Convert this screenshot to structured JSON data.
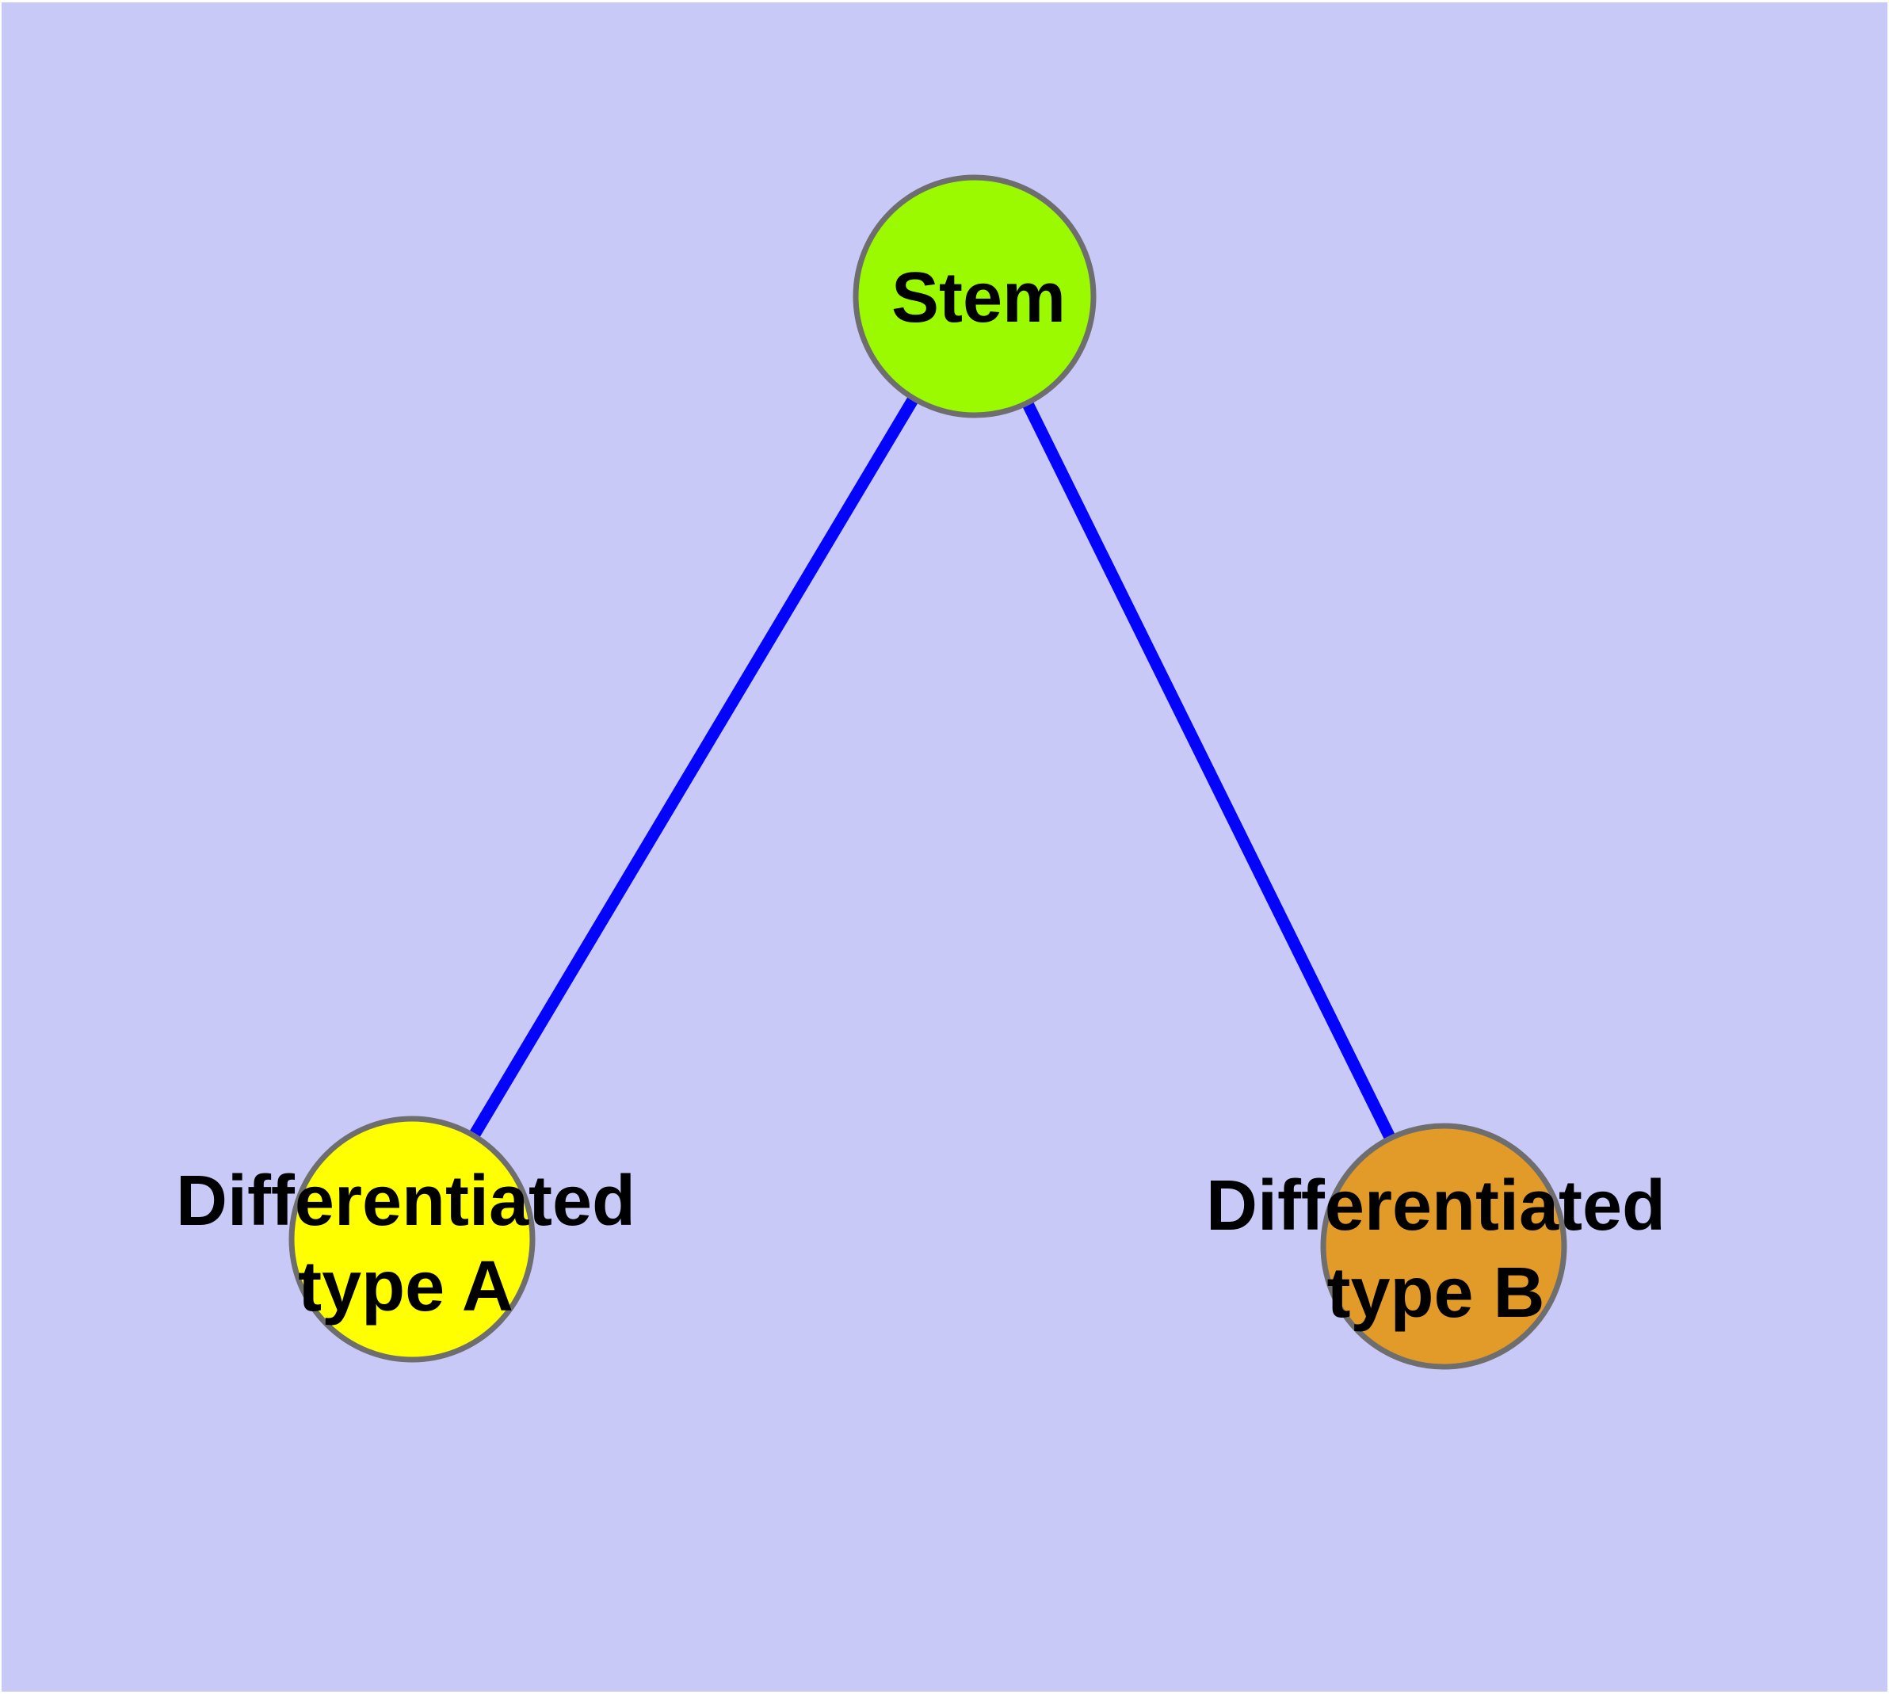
{
  "figure": {
    "background_color": "#c9c9f8",
    "frame_color": "#ffffff"
  },
  "graph": {
    "type": "node-link-diagram",
    "nodes": [
      {
        "id": "stem",
        "label": "Stem",
        "label_lines": [
          "Stem"
        ],
        "fill_color": "#9bfa00",
        "border_color": "#6e6e6e",
        "label_color": "#000000"
      },
      {
        "id": "differentiated-type-a",
        "label": "Differentiated type A",
        "label_lines": [
          "Differentiated",
          "type A"
        ],
        "fill_color": "#ffff00",
        "border_color": "#6e6e6e",
        "label_color": "#000000"
      },
      {
        "id": "differentiated-type-b",
        "label": "Differentiated type B",
        "label_lines": [
          "Differentiated",
          "type B"
        ],
        "fill_color": "#e29a28",
        "border_color": "#6e6e6e",
        "label_color": "#000000"
      }
    ],
    "edges": [
      {
        "from": "stem",
        "to": "differentiated-type-a",
        "color": "#0404fa"
      },
      {
        "from": "stem",
        "to": "differentiated-type-b",
        "color": "#0404fa"
      }
    ]
  }
}
